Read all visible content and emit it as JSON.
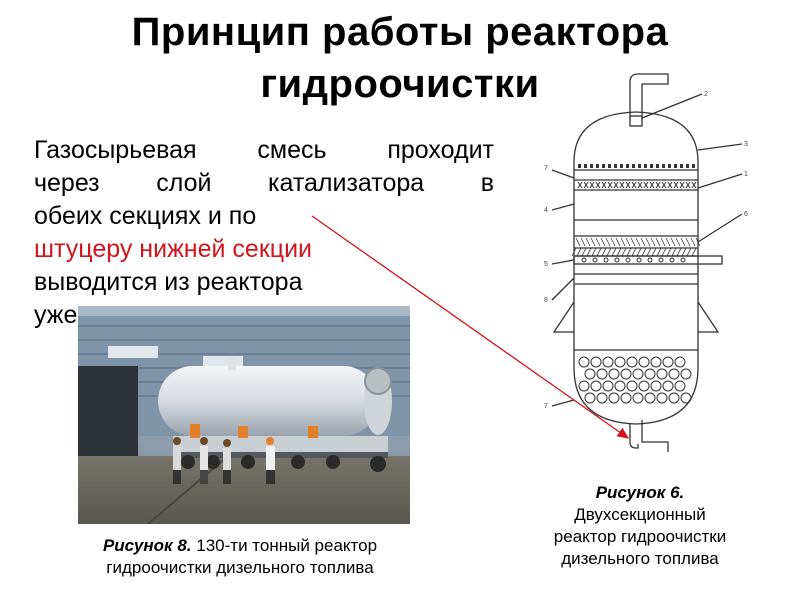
{
  "slide": {
    "title_line1": "Принцип работы реактора",
    "title_line2": "гидроочистки",
    "body_lines": [
      "Газосырьевая смесь проходит",
      "через слой катализатора в",
      "обеих секциях и по",
      "штуцеру нижней секции",
      "выводится из реактора",
      "уже"
    ],
    "highlight_color": "#d4141c"
  },
  "figure8": {
    "label": "Рисунок 8.",
    "caption_rest": " 130-ти тонный реактор",
    "caption_line2": "гидроочистки дизельного топлива"
  },
  "figure6": {
    "label": "Рисунок 6.",
    "caption_line1": "Двухсекционный",
    "caption_line2": "реактор гидроочистки",
    "caption_line3": "дизельного топлива"
  },
  "diagram_labels": [
    "2",
    "3",
    "7",
    "1",
    "4",
    "6",
    "5",
    "8",
    "7"
  ]
}
